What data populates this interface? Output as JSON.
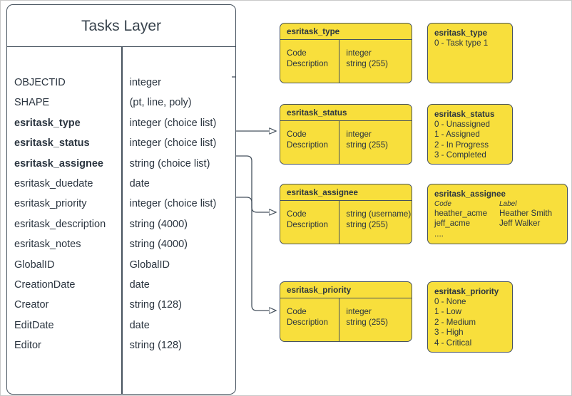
{
  "layer": {
    "title": "Tasks Layer",
    "fields": [
      {
        "name": "OBJECTID",
        "type": "integer",
        "bold": false
      },
      {
        "name": "SHAPE",
        "type": "(pt, line, poly)",
        "bold": false
      },
      {
        "name": "esritask_type",
        "type": "integer (choice list)",
        "bold": true
      },
      {
        "name": "esritask_status",
        "type": "integer (choice list)",
        "bold": true
      },
      {
        "name": "esritask_assignee",
        "type": "string (choice list)",
        "bold": true
      },
      {
        "name": "esritask_duedate",
        "type": "date",
        "bold": false
      },
      {
        "name": "esritask_priority",
        "type": "integer (choice list)",
        "bold": true
      },
      {
        "name": "esritask_description",
        "type": "string (4000)",
        "bold": false
      },
      {
        "name": "esritask_notes",
        "type": "string (4000)",
        "bold": false
      },
      {
        "name": "GlobalID",
        "type": "GlobalID",
        "bold": false
      },
      {
        "name": "CreationDate",
        "type": "date",
        "bold": false
      },
      {
        "name": "Creator",
        "type": "string (128)",
        "bold": false
      },
      {
        "name": "EditDate",
        "type": "date",
        "bold": false
      },
      {
        "name": "Editor",
        "type": "string (128)",
        "bold": false
      }
    ]
  },
  "domain_tables": {
    "type": {
      "title": "esritask_type",
      "row1_name": "Code",
      "row1_type": "integer",
      "row2_name": "Description",
      "row2_type": "string (255)"
    },
    "status": {
      "title": "esritask_status",
      "row1_name": "Code",
      "row1_type": "integer",
      "row2_name": "Description",
      "row2_type": "string (255)"
    },
    "assignee": {
      "title": "esritask_assignee",
      "row1_name": "Code",
      "row1_type": "string  (username)",
      "row2_name": "Description",
      "row2_type": "string (255)"
    },
    "priority": {
      "title": "esritask_priority",
      "row1_name": "Code",
      "row1_type": "integer",
      "row2_name": "Description",
      "row2_type": "string (255)"
    }
  },
  "value_boxes": {
    "type": {
      "title": "esritask_type",
      "values": [
        "0 - Task type 1"
      ]
    },
    "status": {
      "title": "esritask_status",
      "values": [
        "0 - Unassigned",
        "1 - Assigned",
        "2 - In Progress",
        "3 - Completed"
      ]
    },
    "assignee": {
      "title": "esritask_assignee",
      "header_code": "Code",
      "header_label": "Label",
      "rows": [
        {
          "code": "heather_acme",
          "label": "Heather Smith"
        },
        {
          "code": "jeff_acme",
          "label": "Jeff Walker"
        },
        {
          "code": "....",
          "label": ""
        }
      ]
    },
    "priority": {
      "title": "esritask_priority",
      "values": [
        "0 - None",
        "1 - Low",
        "2 - Medium",
        "3 - High",
        "4 - Critical"
      ]
    }
  },
  "colors": {
    "domain_fill": "#f8df3c",
    "stroke": "#46525e",
    "text": "#2b3540",
    "page_border": "#c9c9c9"
  }
}
